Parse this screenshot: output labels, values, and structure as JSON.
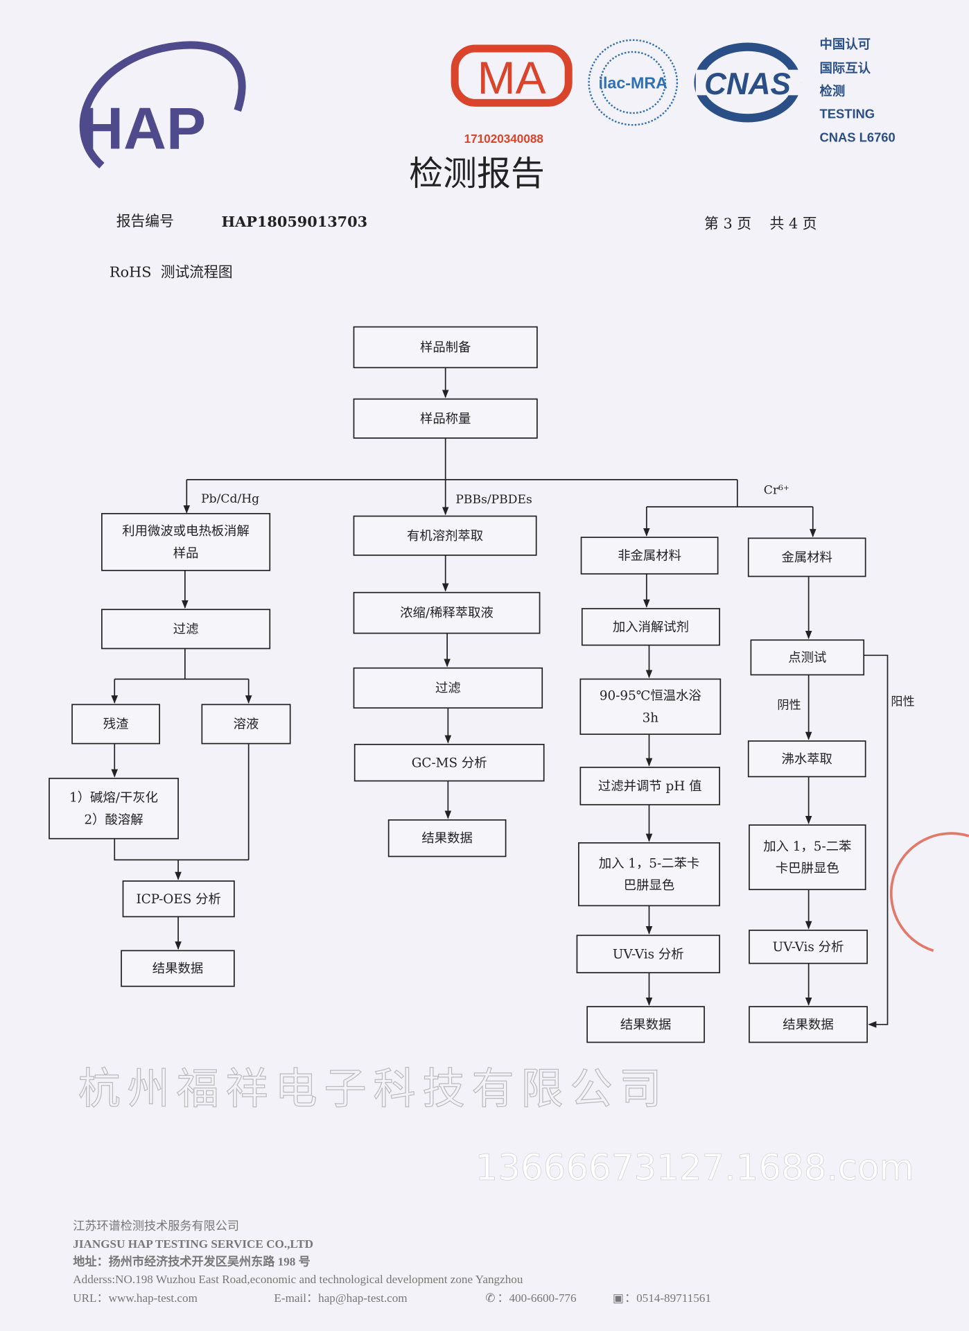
{
  "header": {
    "logo_text": "HAP",
    "cma_logo_text": "MA",
    "cma_number": "171020340088",
    "ilac_logo_text": "ilac-MRA",
    "cnas_logo_text": "CNAS",
    "cert_lines": [
      "中国认可",
      "国际互认",
      "检测",
      "TESTING",
      "CNAS L6760"
    ],
    "title": "检测报告",
    "report_no_label": "报告编号",
    "report_no": "HAP18059013703",
    "page_info": "第 3 页    共 4 页",
    "section_title": "RoHS  测试流程图"
  },
  "flow": {
    "sample_prep": [
      "样品制备"
    ],
    "weigh": [
      "样品称量"
    ],
    "branch_pb": "Pb/Cd/Hg",
    "branch_pbb": "PBBs/PBDEs",
    "branch_cr": "Cr⁶⁺",
    "pb": {
      "digest": [
        "利用微波或电热板消解",
        "样品"
      ],
      "filter": [
        "过滤"
      ],
      "residue": [
        "残渣"
      ],
      "solution": [
        "溶液"
      ],
      "fusion": [
        "1）碱熔/干灰化",
        "2）酸溶解"
      ],
      "icp": [
        "ICP-OES 分析"
      ],
      "result": [
        "结果数据"
      ]
    },
    "pbb": {
      "extract": [
        "有机溶剂萃取"
      ],
      "concentrate": [
        "浓缩/稀释萃取液"
      ],
      "filter": [
        "过滤"
      ],
      "gcms": [
        "GC-MS 分析"
      ],
      "result": [
        "结果数据"
      ]
    },
    "cr_nonmetal": {
      "material": [
        "非金属材料"
      ],
      "reagent": [
        "加入消解试剂"
      ],
      "bath": [
        "90-95℃恒温水浴",
        "3h"
      ],
      "ph": [
        "过滤并调节 pH 值"
      ],
      "color": [
        "加入 1，5-二苯卡",
        "巴肼显色"
      ],
      "uvvis": [
        "UV-Vis 分析"
      ],
      "result": [
        "结果数据"
      ]
    },
    "cr_metal": {
      "material": [
        "金属材料"
      ],
      "spot": [
        "点测试"
      ],
      "negative": "阴性",
      "positive": "阳性",
      "boil": [
        "沸水萃取"
      ],
      "color": [
        "加入 1，5-二苯",
        "卡巴肼显色"
      ],
      "uvvis": [
        "UV-Vis 分析"
      ],
      "result": [
        "结果数据"
      ]
    }
  },
  "watermark": {
    "company": "杭州福祥电子科技有限公司",
    "site": "13666673127.1688.com"
  },
  "footer": {
    "company_cn": "江苏环谱检测技术服务有限公司",
    "company_en": "JIANGSU HAP TESTING SERVICE CO.,LTD",
    "address_cn": "地址：扬州市经济技术开发区吴州东路 198 号",
    "address_en": "Adderss:NO.198 Wuzhou East Road,economic and technological development zone Yangzhou",
    "url": "URL：www.hap-test.com",
    "email": "E-mail：hap@hap-test.com",
    "phone": "：400-6600-776",
    "fax": "：0514-89711561"
  },
  "colors": {
    "cma_red": "#d9442b",
    "cnas_blue": "#2a4f86",
    "hap_purple": "#4e4a8c"
  }
}
